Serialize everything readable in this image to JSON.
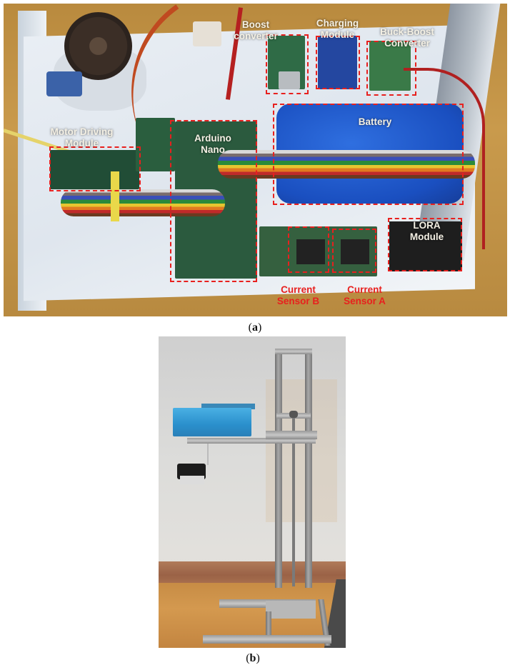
{
  "figure": {
    "panel_a": {
      "caption_open": "(",
      "caption_letter": "a",
      "caption_close": ")",
      "description": "Top view of the electronics enclosure with labeled modules",
      "labels": {
        "boost_converter": [
          "Boost",
          "converter"
        ],
        "charging_module": [
          "Charging",
          "Module"
        ],
        "buck_boost_converter": [
          "Buck-Boost",
          "Converter"
        ],
        "motor_driving_module": [
          "Motor Driving",
          "Module"
        ],
        "arduino_nano": [
          "Arduino",
          "Nano"
        ],
        "battery": [
          "Battery"
        ],
        "lora_module": [
          "LORA",
          "Module"
        ],
        "current_sensor_b": [
          "Current",
          "Sensor B"
        ],
        "current_sensor_a": [
          "Current",
          "Sensor A"
        ]
      },
      "colors": {
        "annotation_box": "#e8201e",
        "label_light": "#f4f0e4",
        "label_red": "#e8201e"
      }
    },
    "panel_b": {
      "caption_open": "(",
      "caption_letter": "b",
      "caption_close": ")",
      "description": "Assembled device mounted on an aluminum lifting frame with blue enclosure and hanging sensor"
    }
  }
}
